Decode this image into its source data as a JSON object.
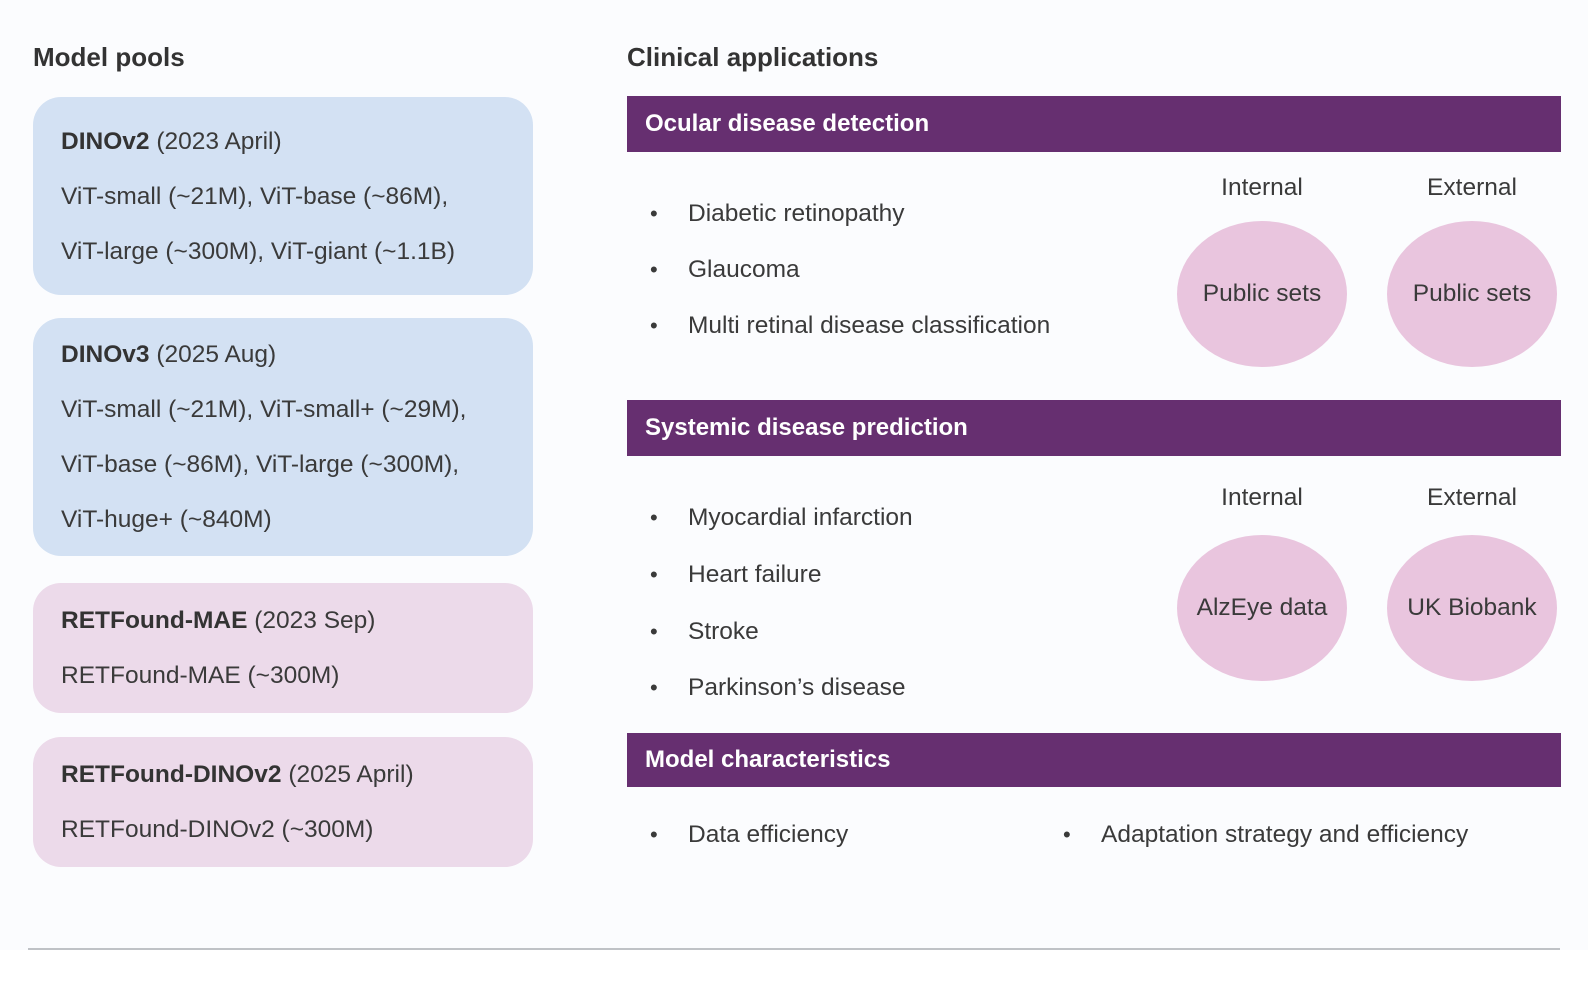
{
  "glyphs": {
    "bullet": "•"
  },
  "colors": {
    "banner_purple": "#662f70",
    "pool_box_blue": "#d3e1f3",
    "pool_box_pink": "#ecdaea",
    "ellipse_pink": "#e9c5de",
    "divider_gray": "#bfc2c6",
    "text_dark": "#3a3a3a",
    "slide_background": "#fbfcfe"
  },
  "left_panel": {
    "title": "Model pools",
    "boxes": [
      {
        "name": "DINOv2",
        "date": "(2023 April)",
        "lines": [
          "ViT-small (~21M), ViT-base (~86M),",
          "ViT-large (~300M), ViT-giant (~1.1B)"
        ]
      },
      {
        "name": "DINOv3",
        "date": "(2025 Aug)",
        "lines": [
          "ViT-small (~21M), ViT-small+ (~29M),",
          "ViT-base (~86M), ViT-large (~300M),",
          "ViT-huge+ (~840M)"
        ]
      },
      {
        "name": "RETFound-MAE",
        "date": "(2023 Sep)",
        "lines": [
          "RETFound-MAE (~300M)"
        ]
      },
      {
        "name": "RETFound-DINOv2",
        "date": "(2025 April)",
        "lines": [
          "RETFound-DINOv2 (~300M)"
        ]
      }
    ]
  },
  "right_panel": {
    "title": "Clinical applications",
    "sections": [
      {
        "banner": "Ocular disease detection",
        "bullets": [
          "Diabetic retinopathy",
          "Glaucoma",
          "Multi retinal disease classification"
        ],
        "internal_label": "Internal",
        "external_label": "External",
        "internal_dataset": "Public sets",
        "external_dataset": "Public sets"
      },
      {
        "banner": "Systemic disease prediction",
        "bullets": [
          "Myocardial infarction",
          "Heart failure",
          "Stroke",
          "Parkinson’s disease"
        ],
        "internal_label": "Internal",
        "external_label": "External",
        "internal_dataset": "AlzEye data",
        "external_dataset": "UK Biobank"
      },
      {
        "banner": "Model characteristics",
        "bullets": [
          "Data efficiency",
          "Adaptation strategy and efficiency"
        ]
      }
    ]
  }
}
